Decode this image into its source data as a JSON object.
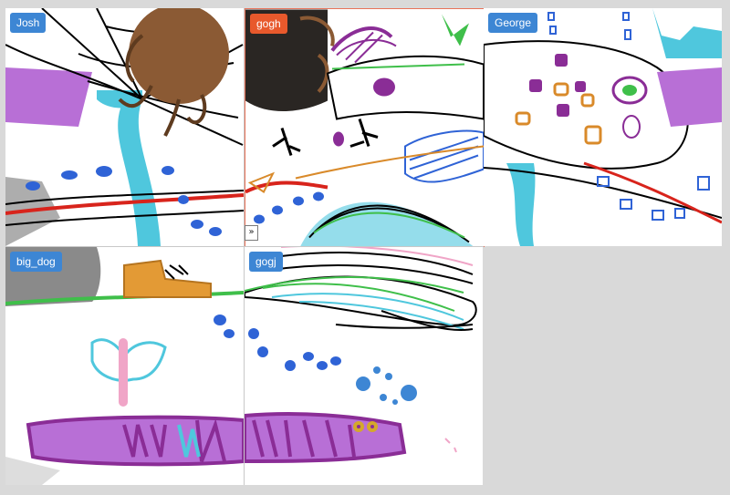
{
  "tiles": [
    {
      "id": "josh",
      "name": "Josh",
      "color": "#3d86d4"
    },
    {
      "id": "gogh",
      "name": "gogh",
      "color": "#e8592c"
    },
    {
      "id": "george",
      "name": "George",
      "color": "#3d86d4"
    },
    {
      "id": "bigdog",
      "name": "big_dog",
      "color": "#3d86d4"
    },
    {
      "id": "gogj",
      "name": "gogj",
      "color": "#3d86d4"
    }
  ],
  "expand_button": {
    "label": "»"
  },
  "colors": {
    "background": "#d9d9d9",
    "tile_bg": "#ffffff",
    "active_border": "#e8735a",
    "label_blue": "#3d86d4",
    "label_orange": "#e8592c"
  }
}
